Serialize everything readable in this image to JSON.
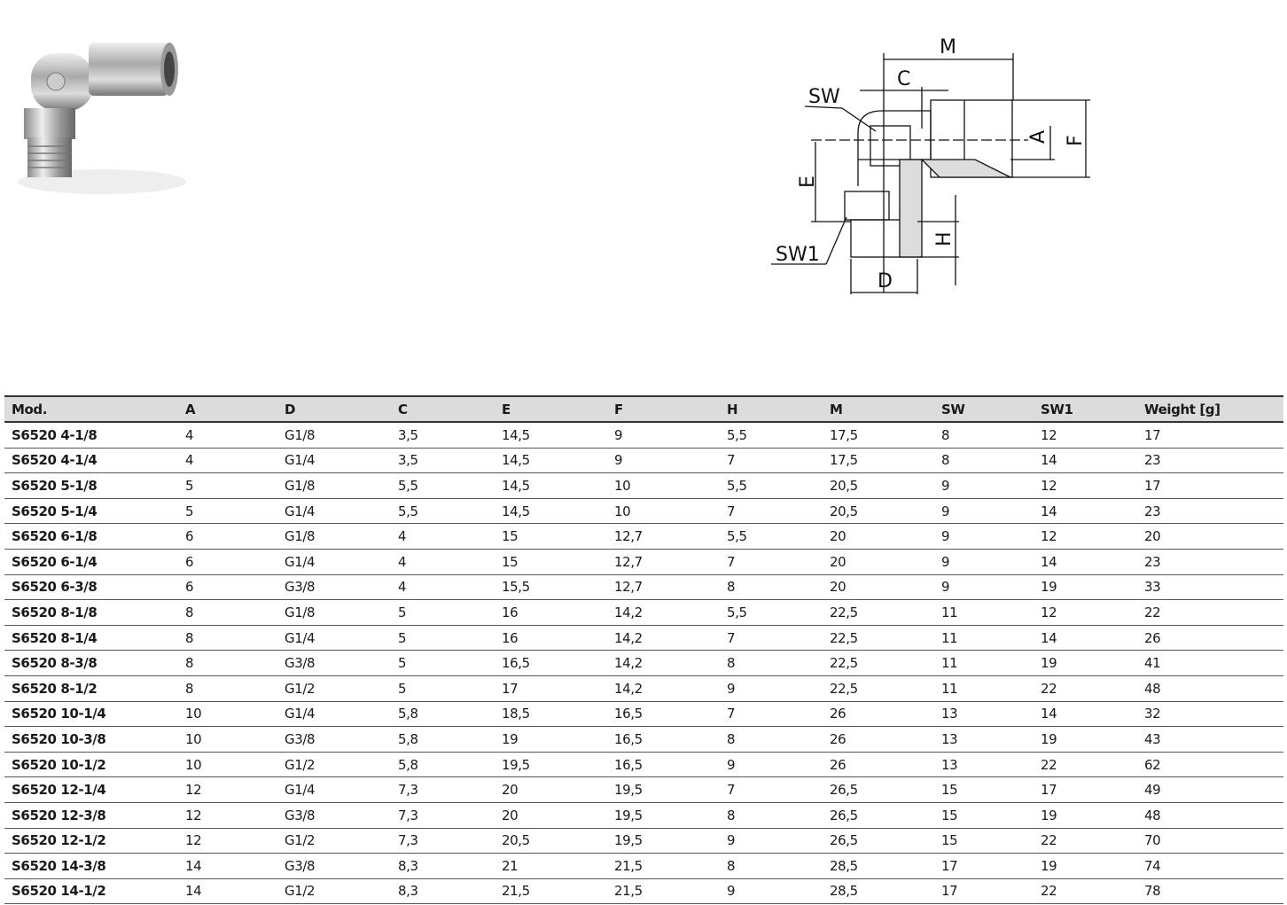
{
  "drawing_labels": {
    "M": "M",
    "C": "C",
    "SW": "SW",
    "A": "A",
    "F": "F",
    "E": "E",
    "SW1": "SW1",
    "H": "H",
    "D": "D"
  },
  "table": {
    "headers": [
      "Mod.",
      "A",
      "D",
      "C",
      "E",
      "F",
      "H",
      "M",
      "SW",
      "SW1",
      "Weight [g]"
    ],
    "rows": [
      [
        "S6520 4-1/8",
        "4",
        "G1/8",
        "3,5",
        "14,5",
        "9",
        "5,5",
        "17,5",
        "8",
        "12",
        "17"
      ],
      [
        "S6520 4-1/4",
        "4",
        "G1/4",
        "3,5",
        "14,5",
        "9",
        "7",
        "17,5",
        "8",
        "14",
        "23"
      ],
      [
        "S6520 5-1/8",
        "5",
        "G1/8",
        "5,5",
        "14,5",
        "10",
        "5,5",
        "20,5",
        "9",
        "12",
        "17"
      ],
      [
        "S6520 5-1/4",
        "5",
        "G1/4",
        "5,5",
        "14,5",
        "10",
        "7",
        "20,5",
        "9",
        "14",
        "23"
      ],
      [
        "S6520 6-1/8",
        "6",
        "G1/8",
        "4",
        "15",
        "12,7",
        "5,5",
        "20",
        "9",
        "12",
        "20"
      ],
      [
        "S6520 6-1/4",
        "6",
        "G1/4",
        "4",
        "15",
        "12,7",
        "7",
        "20",
        "9",
        "14",
        "23"
      ],
      [
        "S6520 6-3/8",
        "6",
        "G3/8",
        "4",
        "15,5",
        "12,7",
        "8",
        "20",
        "9",
        "19",
        "33"
      ],
      [
        "S6520 8-1/8",
        "8",
        "G1/8",
        "5",
        "16",
        "14,2",
        "5,5",
        "22,5",
        "11",
        "12",
        "22"
      ],
      [
        "S6520 8-1/4",
        "8",
        "G1/4",
        "5",
        "16",
        "14,2",
        "7",
        "22,5",
        "11",
        "14",
        "26"
      ],
      [
        "S6520 8-3/8",
        "8",
        "G3/8",
        "5",
        "16,5",
        "14,2",
        "8",
        "22,5",
        "11",
        "19",
        "41"
      ],
      [
        "S6520 8-1/2",
        "8",
        "G1/2",
        "5",
        "17",
        "14,2",
        "9",
        "22,5",
        "11",
        "22",
        "48"
      ],
      [
        "S6520 10-1/4",
        "10",
        "G1/4",
        "5,8",
        "18,5",
        "16,5",
        "7",
        "26",
        "13",
        "14",
        "32"
      ],
      [
        "S6520 10-3/8",
        "10",
        "G3/8",
        "5,8",
        "19",
        "16,5",
        "8",
        "26",
        "13",
        "19",
        "43"
      ],
      [
        "S6520 10-1/2",
        "10",
        "G1/2",
        "5,8",
        "19,5",
        "16,5",
        "9",
        "26",
        "13",
        "22",
        "62"
      ],
      [
        "S6520 12-1/4",
        "12",
        "G1/4",
        "7,3",
        "20",
        "19,5",
        "7",
        "26,5",
        "15",
        "17",
        "49"
      ],
      [
        "S6520 12-3/8",
        "12",
        "G3/8",
        "7,3",
        "20",
        "19,5",
        "8",
        "26,5",
        "15",
        "19",
        "48"
      ],
      [
        "S6520 12-1/2",
        "12",
        "G1/2",
        "7,3",
        "20,5",
        "19,5",
        "9",
        "26,5",
        "15",
        "22",
        "70"
      ],
      [
        "S6520 14-3/8",
        "14",
        "G3/8",
        "8,3",
        "21",
        "21,5",
        "8",
        "28,5",
        "17",
        "19",
        "74"
      ],
      [
        "S6520 14-1/2",
        "14",
        "G1/2",
        "8,3",
        "21,5",
        "21,5",
        "9",
        "28,5",
        "17",
        "22",
        "78"
      ]
    ]
  }
}
